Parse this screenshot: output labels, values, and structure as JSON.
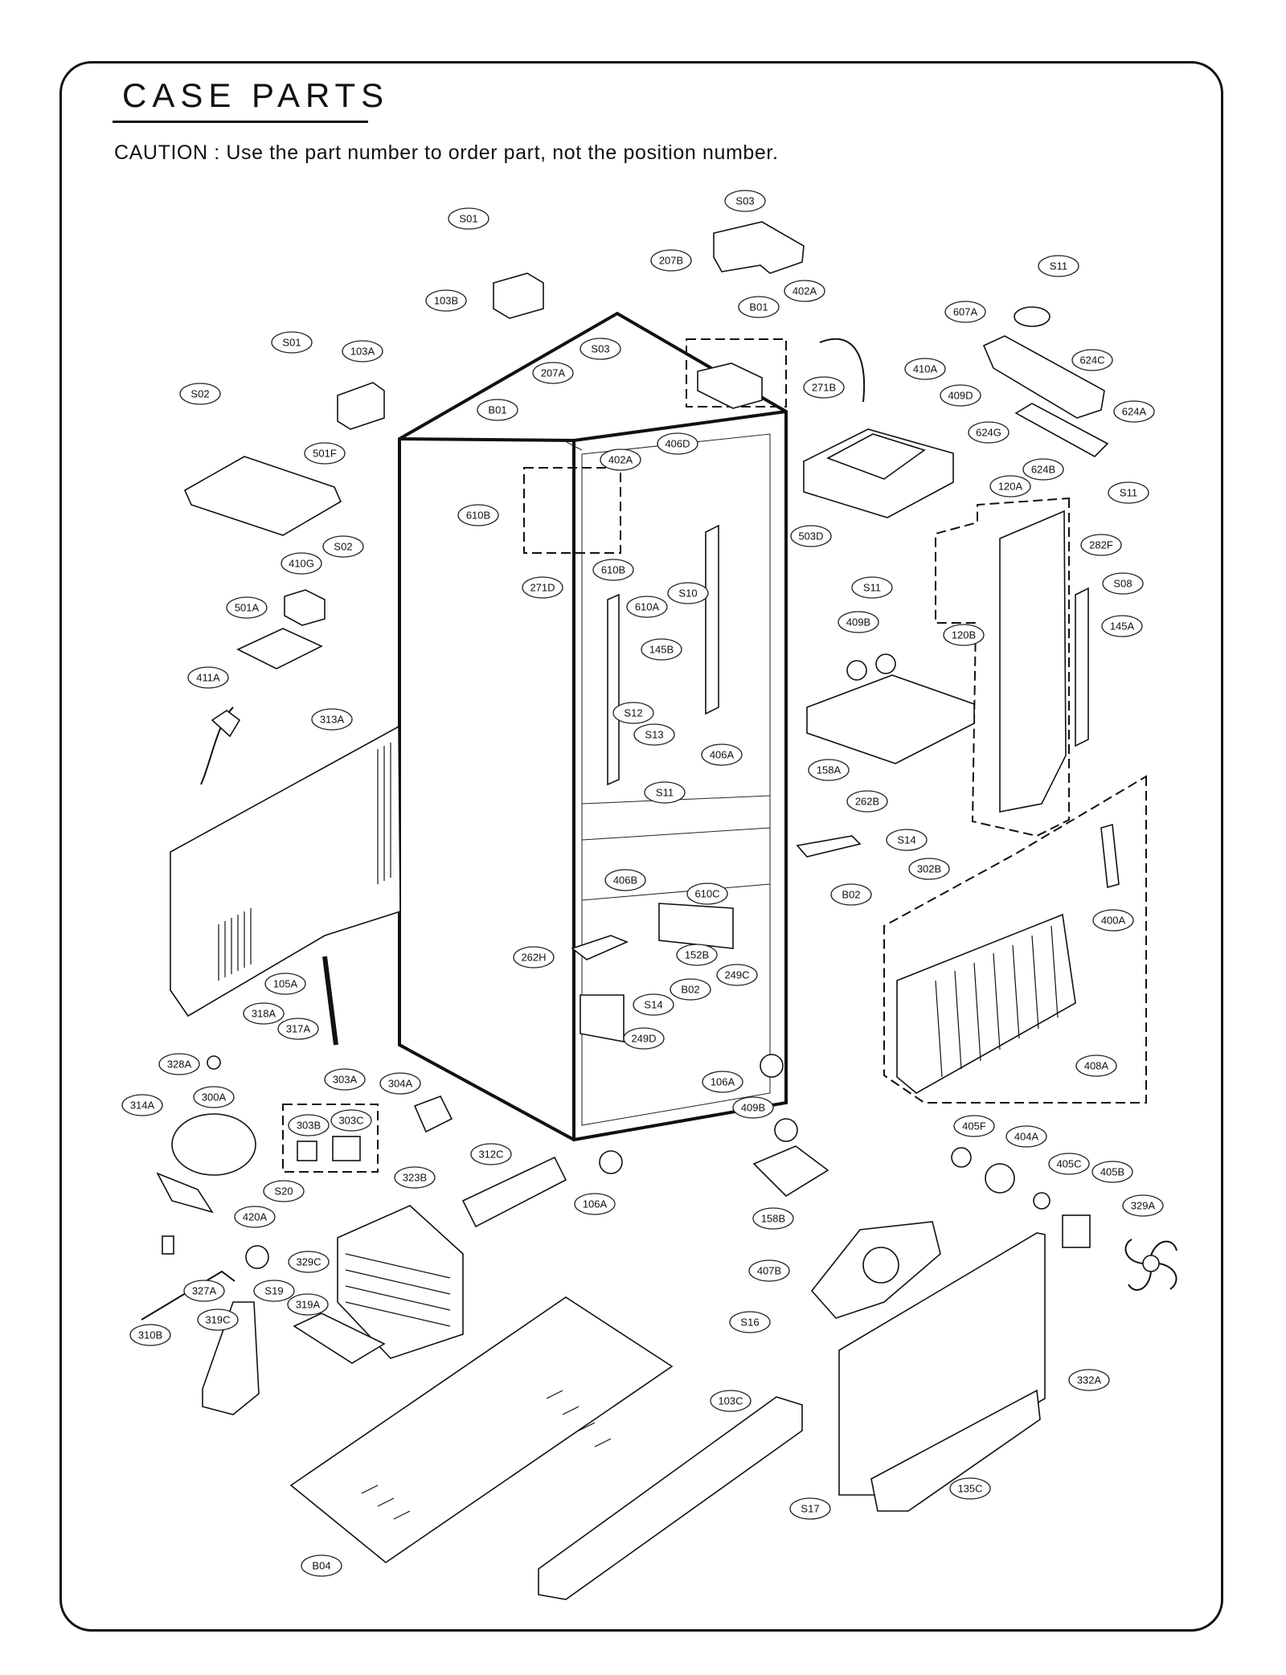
{
  "title": "CASE PARTS",
  "caution": "CAUTION : Use the part number to order part, not the position number.",
  "callouts": [
    {
      "label": "S03"
    },
    {
      "label": "S01"
    },
    {
      "label": "207B"
    },
    {
      "label": "402A"
    },
    {
      "label": "B01"
    },
    {
      "label": "103B"
    },
    {
      "label": "S11"
    },
    {
      "label": "607A"
    },
    {
      "label": "S01"
    },
    {
      "label": "103A"
    },
    {
      "label": "S03"
    },
    {
      "label": "207A"
    },
    {
      "label": "271B"
    },
    {
      "label": "410A"
    },
    {
      "label": "624C"
    },
    {
      "label": "S02"
    },
    {
      "label": "B01"
    },
    {
      "label": "409D"
    },
    {
      "label": "624A"
    },
    {
      "label": "624G"
    },
    {
      "label": "501F"
    },
    {
      "label": "402A"
    },
    {
      "label": "406D"
    },
    {
      "label": "624B"
    },
    {
      "label": "610B"
    },
    {
      "label": "120A"
    },
    {
      "label": "S11"
    },
    {
      "label": "503D"
    },
    {
      "label": "S02"
    },
    {
      "label": "410G"
    },
    {
      "label": "610B"
    },
    {
      "label": "271D"
    },
    {
      "label": "S10"
    },
    {
      "label": "S11"
    },
    {
      "label": "282F"
    },
    {
      "label": "S08"
    },
    {
      "label": "501A"
    },
    {
      "label": "610A"
    },
    {
      "label": "409B"
    },
    {
      "label": "145A"
    },
    {
      "label": "120B"
    },
    {
      "label": "145B"
    },
    {
      "label": "411A"
    },
    {
      "label": "313A"
    },
    {
      "label": "S12"
    },
    {
      "label": "S13"
    },
    {
      "label": "406A"
    },
    {
      "label": "158A"
    },
    {
      "label": "S11"
    },
    {
      "label": "262B"
    },
    {
      "label": "S14"
    },
    {
      "label": "B02"
    },
    {
      "label": "302B"
    },
    {
      "label": "406B"
    },
    {
      "label": "610C"
    },
    {
      "label": "400A"
    },
    {
      "label": "262H"
    },
    {
      "label": "152B"
    },
    {
      "label": "B02"
    },
    {
      "label": "249C"
    },
    {
      "label": "105A"
    },
    {
      "label": "S14"
    },
    {
      "label": "318A"
    },
    {
      "label": "317A"
    },
    {
      "label": "249D"
    },
    {
      "label": "328A"
    },
    {
      "label": "408A"
    },
    {
      "label": "106A"
    },
    {
      "label": "303A"
    },
    {
      "label": "304A"
    },
    {
      "label": "314A"
    },
    {
      "label": "300A"
    },
    {
      "label": "303B"
    },
    {
      "label": "303C"
    },
    {
      "label": "409B"
    },
    {
      "label": "405F"
    },
    {
      "label": "404A"
    },
    {
      "label": "312C"
    },
    {
      "label": "405C"
    },
    {
      "label": "405B"
    },
    {
      "label": "323B"
    },
    {
      "label": "S20"
    },
    {
      "label": "106A"
    },
    {
      "label": "158B"
    },
    {
      "label": "329A"
    },
    {
      "label": "420A"
    },
    {
      "label": "329C"
    },
    {
      "label": "407B"
    },
    {
      "label": "327A"
    },
    {
      "label": "S19"
    },
    {
      "label": "319A"
    },
    {
      "label": "319C"
    },
    {
      "label": "310B"
    },
    {
      "label": "S16"
    },
    {
      "label": "332A"
    },
    {
      "label": "103C"
    },
    {
      "label": "135C"
    },
    {
      "label": "S17"
    },
    {
      "label": "B04"
    }
  ]
}
